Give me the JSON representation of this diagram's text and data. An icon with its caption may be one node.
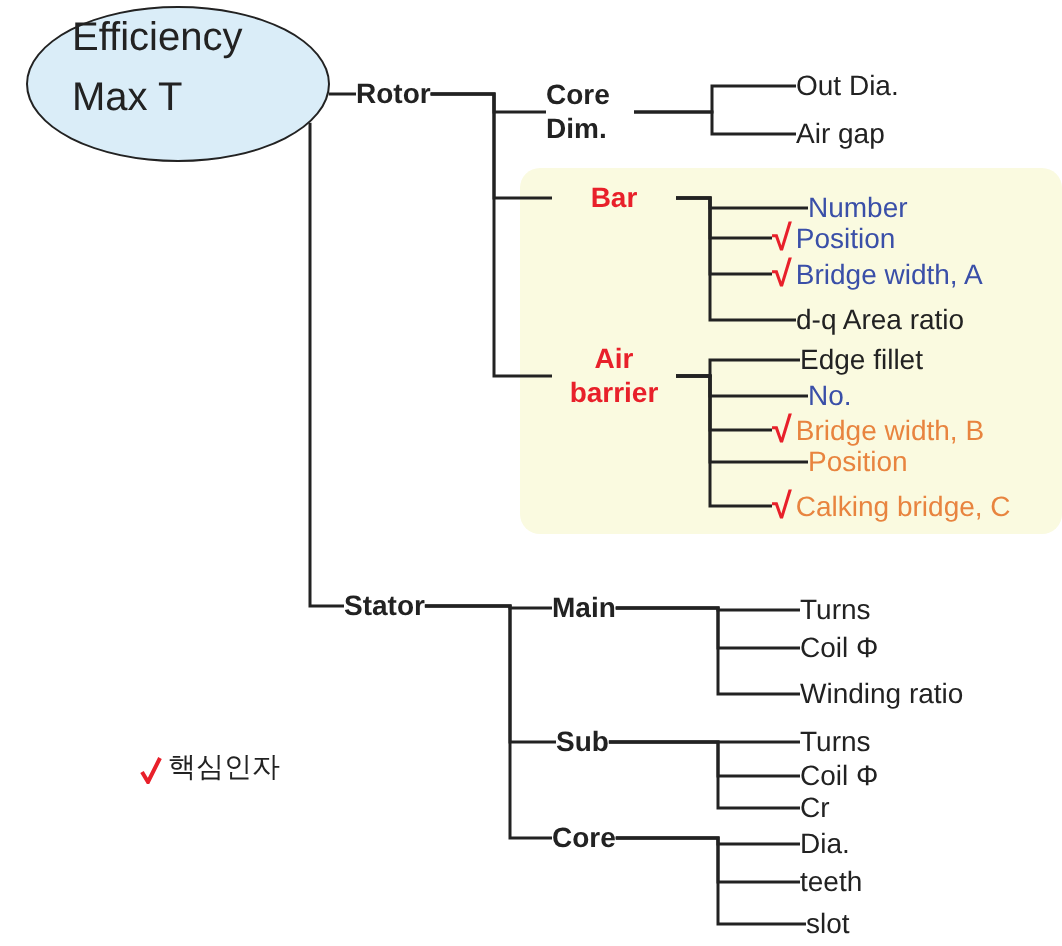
{
  "diagram": {
    "nodes": [
      {
        "text": [
          "Efficiency Max T"
        ]
      },
      {
        "text": [
          "Rotor"
        ]
      },
      {
        "text": [
          "Core Dim."
        ]
      },
      {
        "text": [
          "Out Dia."
        ]
      },
      {
        "text": [
          "Air gap"
        ]
      },
      {
        "text": [
          "Bar"
        ]
      },
      {
        "text": [
          "Number"
        ]
      },
      {
        "text": [
          "Position"
        ],
        "beside": [
          "√"
        ]
      },
      {
        "text": [
          "Bridge width, A"
        ],
        "beside": [
          "√"
        ]
      },
      {
        "text": [
          "d-q Area ratio"
        ]
      },
      {
        "text": [
          "Air barrier"
        ]
      },
      {
        "text": [
          "Edge fillet"
        ]
      },
      {
        "text": [
          "No."
        ]
      },
      {
        "text": [
          "Bridge width, B"
        ],
        "beside": [
          "√"
        ]
      },
      {
        "text": [
          "Position"
        ]
      },
      {
        "text": [
          "Calking bridge, C"
        ],
        "beside": [
          "√"
        ]
      },
      {
        "text": [
          "Stator"
        ]
      },
      {
        "text": [
          "Main"
        ]
      },
      {
        "text": [
          "Turns"
        ]
      },
      {
        "text": [
          "Coil Φ"
        ]
      },
      {
        "text": [
          "Winding ratio"
        ]
      },
      {
        "text": [
          "Sub"
        ]
      },
      {
        "text": [
          "Turns"
        ]
      },
      {
        "text": [
          "Coil Φ"
        ]
      },
      {
        "text": [
          "Cr"
        ]
      },
      {
        "text": [
          "Core"
        ]
      },
      {
        "text": [
          "Dia."
        ]
      },
      {
        "text": [
          "teeth"
        ]
      },
      {
        "text": [
          "slot"
        ]
      }
    ],
    "edges": [
      {
        "from": 0,
        "to": 1,
        "arrow": "none"
      },
      {
        "from": 0,
        "to": 16,
        "arrow": "none"
      },
      {
        "from": 1,
        "to": 2,
        "arrow": "none"
      },
      {
        "from": 1,
        "to": 5,
        "arrow": "none"
      },
      {
        "from": 1,
        "to": 10,
        "arrow": "none"
      },
      {
        "from": 2,
        "to": 3,
        "arrow": "none"
      },
      {
        "from": 2,
        "to": 4,
        "arrow": "none"
      },
      {
        "from": 5,
        "to": 6,
        "arrow": "none"
      },
      {
        "from": 5,
        "to": 7,
        "arrow": "none"
      },
      {
        "from": 5,
        "to": 8,
        "arrow": "none"
      },
      {
        "from": 5,
        "to": 9,
        "arrow": "none"
      },
      {
        "from": 10,
        "to": 11,
        "arrow": "none"
      },
      {
        "from": 10,
        "to": 12,
        "arrow": "none"
      },
      {
        "from": 10,
        "to": 13,
        "arrow": "none"
      },
      {
        "from": 10,
        "to": 14,
        "arrow": "none"
      },
      {
        "from": 10,
        "to": 15,
        "arrow": "none"
      },
      {
        "from": 16,
        "to": 17,
        "arrow": "none"
      },
      {
        "from": 16,
        "to": 21,
        "arrow": "none"
      },
      {
        "from": 16,
        "to": 25,
        "arrow": "none"
      },
      {
        "from": 17,
        "to": 18,
        "arrow": "none"
      },
      {
        "from": 17,
        "to": 19,
        "arrow": "none"
      },
      {
        "from": 17,
        "to": 20,
        "arrow": "none"
      },
      {
        "from": 21,
        "to": 22,
        "arrow": "none"
      },
      {
        "from": 21,
        "to": 23,
        "arrow": "none"
      },
      {
        "from": 21,
        "to": 24,
        "arrow": "none"
      },
      {
        "from": 25,
        "to": 26,
        "arrow": "none"
      },
      {
        "from": 25,
        "to": 27,
        "arrow": "none"
      },
      {
        "from": 25,
        "to": 28,
        "arrow": "none"
      }
    ],
    "legend": [
      {
        "text": "핵심인자"
      }
    ]
  }
}
